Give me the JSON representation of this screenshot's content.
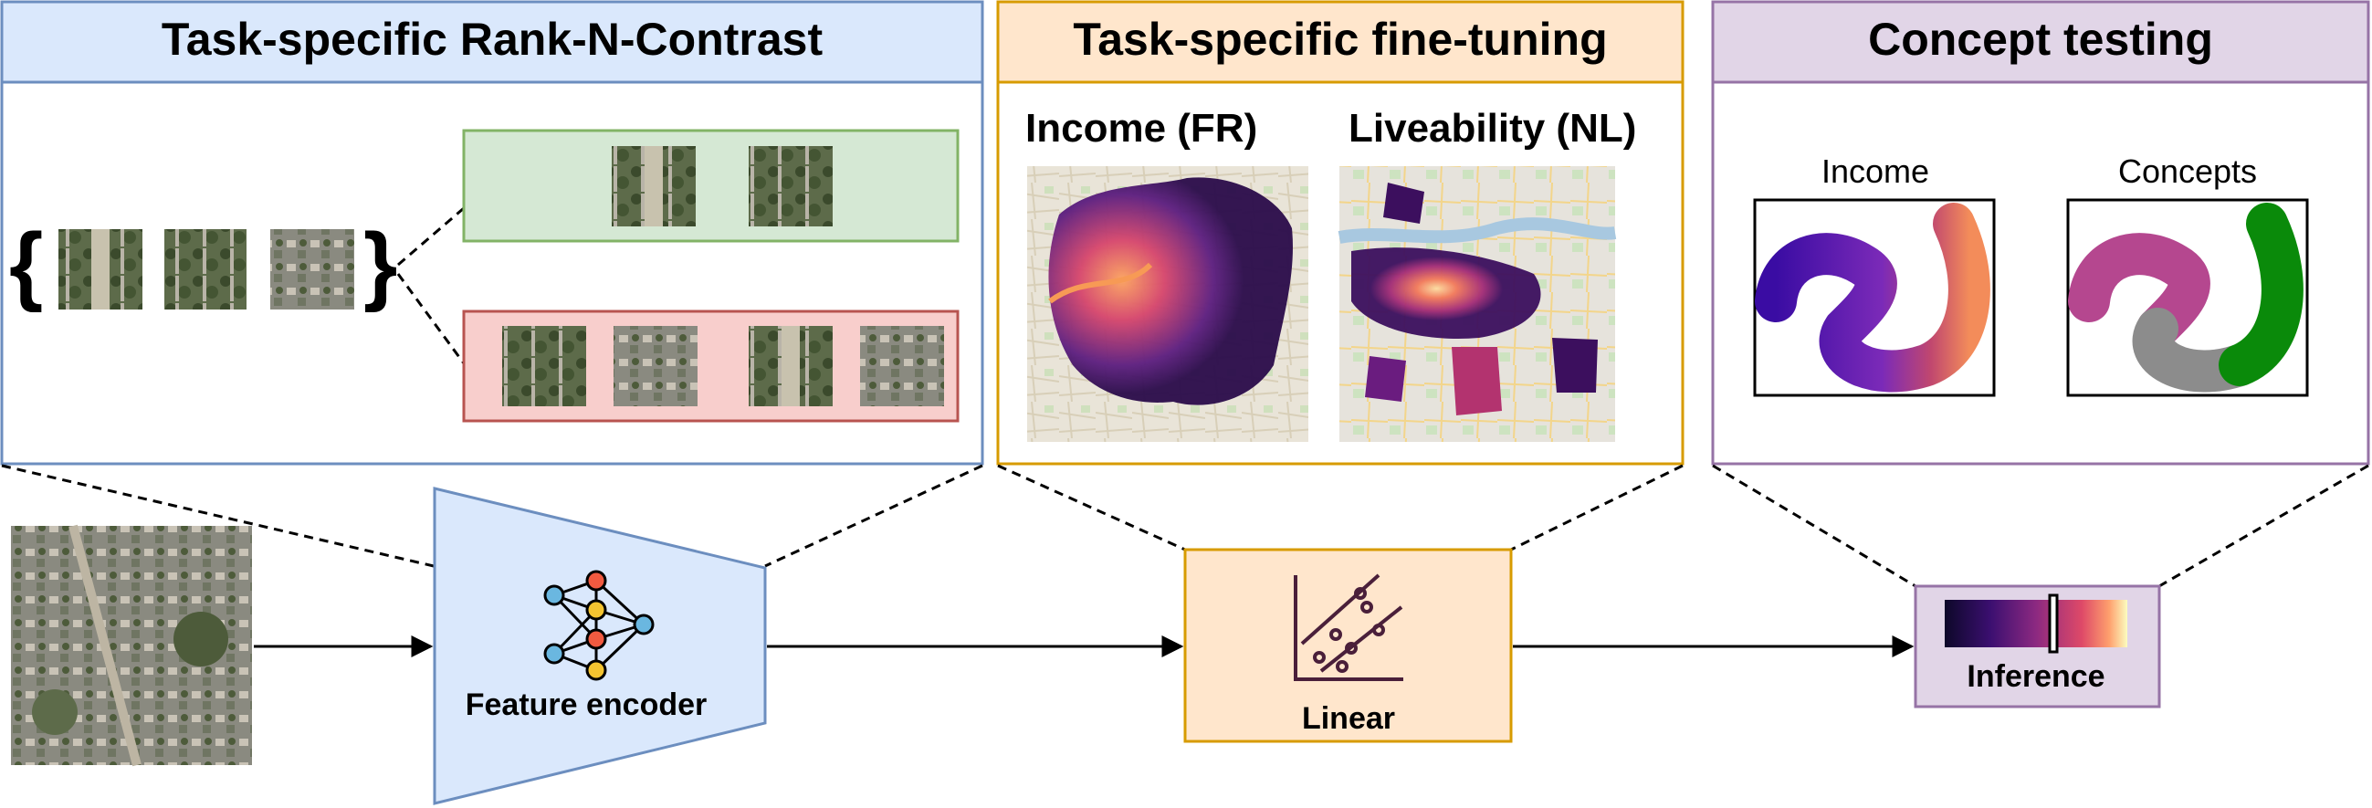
{
  "panels": {
    "rnc": {
      "title": "Task-specific Rank-N-Contrast"
    },
    "finetune": {
      "title": "Task-specific fine-tuning",
      "map_left_label": "Income (FR)",
      "map_right_label": "Liveability (NL)"
    },
    "concept": {
      "title": "Concept testing",
      "left_label": "Income",
      "right_label": "Concepts"
    }
  },
  "pipeline": {
    "encoder_label": "Feature encoder",
    "linear_label": "Linear",
    "inference_label": "Inference"
  },
  "colors": {
    "rnc_border": "#6c8ebf",
    "rnc_fill": "#dae8fc",
    "ft_border": "#d79b00",
    "ft_fill": "#ffe6cc",
    "ct_border": "#9673a6",
    "ct_fill": "#e1d5e7",
    "positive_fill": "#d5e8d4",
    "positive_border": "#82b366",
    "negative_fill": "#f8cecc",
    "negative_border": "#b85450",
    "concept_green": "#0a8a0a",
    "concept_pink": "#cc3399",
    "concept_gray": "#8c8c8c"
  },
  "icons": [
    "neural-network-icon",
    "linear-regression-icon",
    "colorbar-icon",
    "satellite-image-icon"
  ]
}
